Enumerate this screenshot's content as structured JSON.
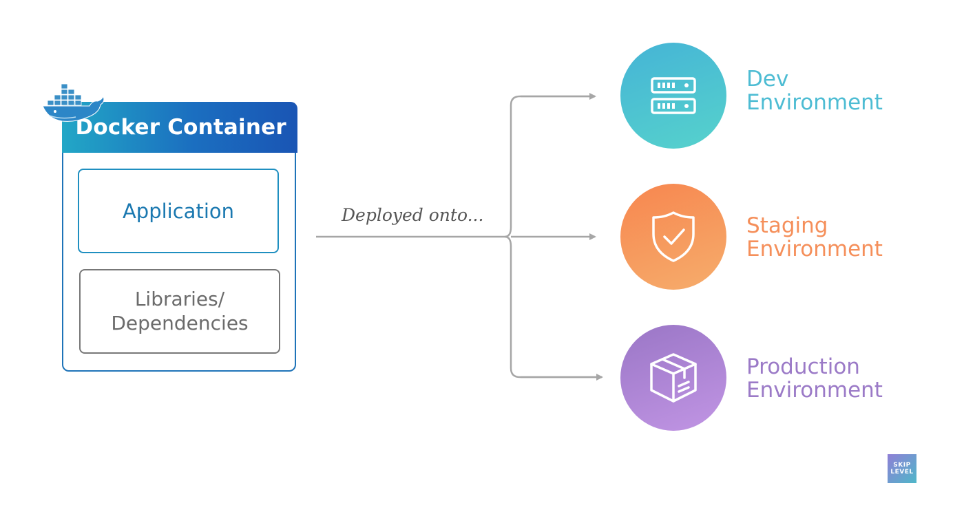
{
  "container": {
    "title": "Docker Container",
    "application_label": "Application",
    "libraries_line1": "Libraries/",
    "libraries_line2": "Dependencies",
    "whale_icon": "docker-whale-icon"
  },
  "connector": {
    "label": "Deployed onto..."
  },
  "environments": [
    {
      "line1": "Dev",
      "line2": "Environment",
      "icon": "server-rack-icon",
      "color": "#4dbcd3"
    },
    {
      "line1": "Staging",
      "line2": "Environment",
      "icon": "shield-check-icon",
      "color": "#f58f5a"
    },
    {
      "line1": "Production",
      "line2": "Environment",
      "icon": "package-box-icon",
      "color": "#9b7ac7"
    }
  ],
  "logo": {
    "line1": "SKIP",
    "line2": "LEVEL"
  }
}
